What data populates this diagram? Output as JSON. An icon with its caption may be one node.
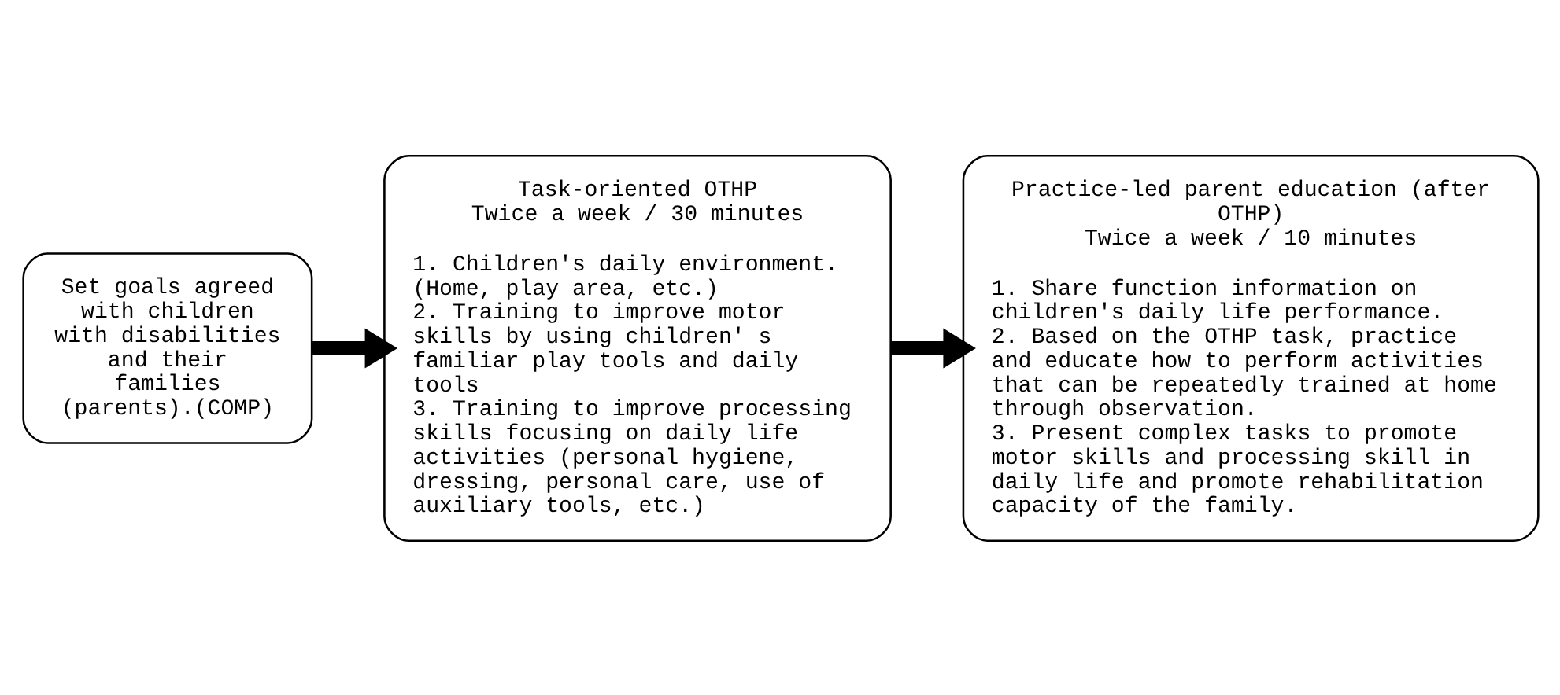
{
  "diagram": {
    "nodes": [
      {
        "text": [
          "Set goals agreed with children with disabilities and their families (parents).(COMP)"
        ]
      },
      {
        "text": [
          "Task-oriented OTHP",
          "Twice a week / 30 minutes",
          "1. Children's daily environment. (Home, play area, etc.)",
          "2. Training to improve motor skills by using children' s familiar play tools and daily tools",
          "3. Training to improve processing skills focusing on daily life activities (personal hygiene, dressing, personal care, use of auxiliary tools, etc.)"
        ]
      },
      {
        "text": [
          "Practice-led parent education (after OTHP)",
          "Twice a week / 10 minutes",
          "1. Share function information on children's daily life performance.",
          "2. Based on the OTHP task, practice and educate how to perform activities that can be repeatedly trained at home through observation.",
          "3. Present complex tasks to promote motor skills and processing skill in daily life and promote rehabilitation capacity of the family."
        ]
      }
    ],
    "edges": [
      {
        "from": 0,
        "to": 1,
        "arrow": "to"
      },
      {
        "from": 1,
        "to": 2,
        "arrow": "to"
      }
    ]
  }
}
